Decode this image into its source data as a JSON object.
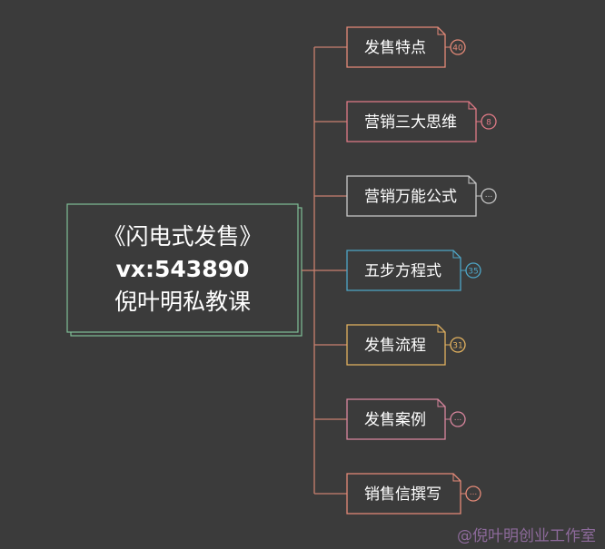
{
  "root": {
    "lines": [
      "《闪电式发售》",
      "vx:543890",
      "倪叶明私教课"
    ],
    "border_color": "#7fbf96"
  },
  "branches": [
    {
      "label": "发售特点",
      "badge": "40",
      "color": "#e58a78"
    },
    {
      "label": "营销三大思维",
      "badge": "8",
      "color": "#e07a86"
    },
    {
      "label": "营销万能公式",
      "badge": "···",
      "color": "#c9c9c9"
    },
    {
      "label": "五步方程式",
      "badge": "35",
      "color": "#4ea6c7"
    },
    {
      "label": "发售流程",
      "badge": "31",
      "color": "#e3b25f"
    },
    {
      "label": "发售案例",
      "badge": "···",
      "color": "#d9869e"
    },
    {
      "label": "销售信撰写",
      "badge": "···",
      "color": "#e58a78"
    }
  ],
  "connector_color": "#c9806f",
  "watermark": "@倪叶明创业工作室"
}
